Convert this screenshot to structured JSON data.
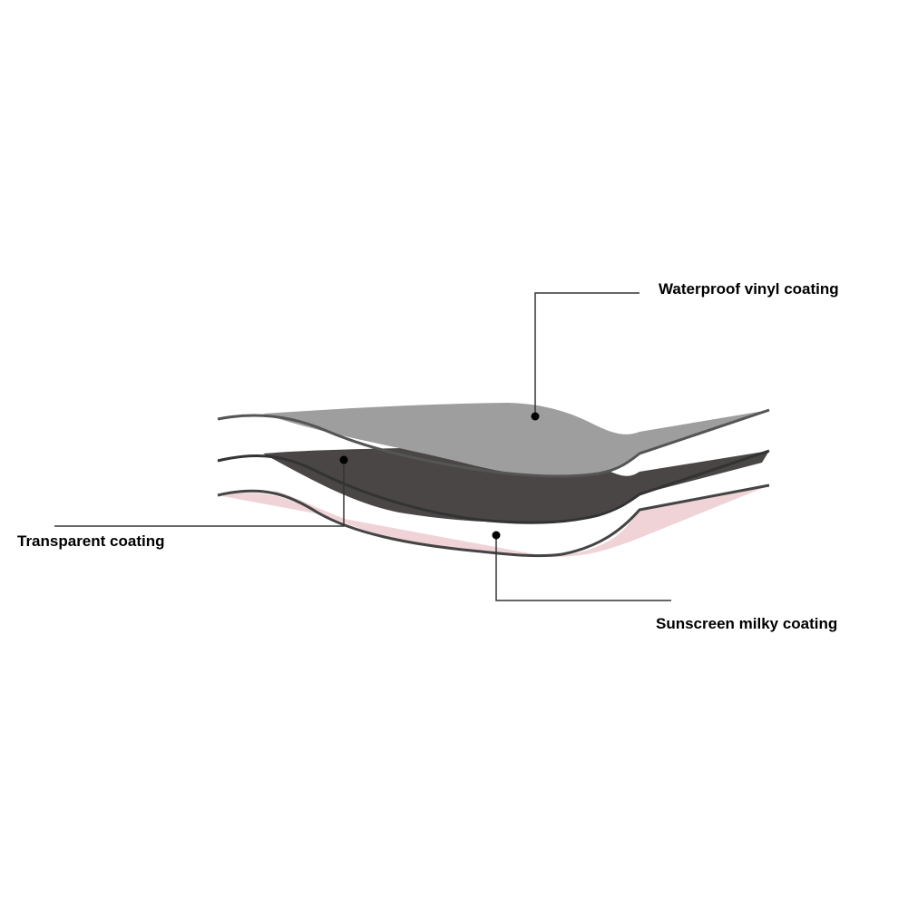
{
  "labels": {
    "top": "Waterproof vinyl coating",
    "middle": "Transparent coating",
    "bottom": "Sunscreen milky coating"
  },
  "layers": [
    {
      "name": "waterproof-vinyl-layer",
      "fill": "#9e9e9e",
      "edge": "#555555"
    },
    {
      "name": "transparent-layer",
      "fill": "#4a4646",
      "edge": "#333333"
    },
    {
      "name": "sunscreen-milky-layer",
      "fill": "#efd3d6",
      "edge": "#444444"
    }
  ]
}
